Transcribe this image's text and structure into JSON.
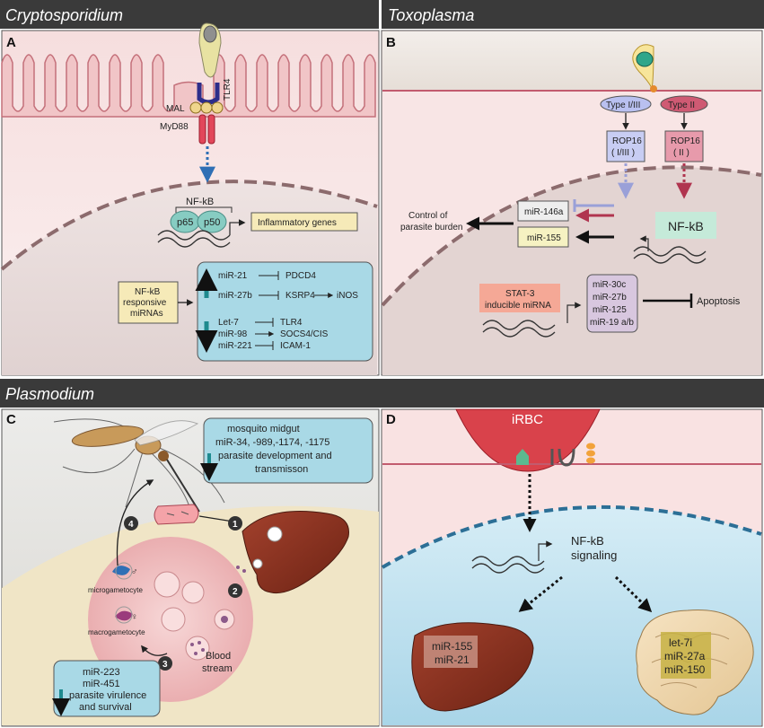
{
  "headers": {
    "cryptosporidium": "Cryptosporidium",
    "toxoplasma": "Toxoplasma",
    "plasmodium": "Plasmodium"
  },
  "panel_a": {
    "label": "A",
    "tlr4": "TLR4",
    "mal": "MAL",
    "myd88": "MyD88",
    "nfkb": "NF-kB",
    "p65": "p65",
    "p50": "p50",
    "inflammatory_genes": "Inflammatory genes",
    "responsive_mirnas": [
      "NF-kB",
      "responsive",
      "miRNAs"
    ],
    "up_targets": [
      {
        "mirna": "miR-21",
        "target": "PDCD4"
      },
      {
        "mirna": "miR-27b",
        "target": "KSRP4"
      }
    ],
    "inos": "iNOS",
    "down_targets": [
      {
        "mirna": "Let-7",
        "target": "TLR4"
      },
      {
        "mirna": "miR-98",
        "target": "SOCS4/CIS"
      },
      {
        "mirna": "miR-221",
        "target": "ICAM-1"
      }
    ]
  },
  "panel_b": {
    "label": "B",
    "type_1_3": "Type I/III",
    "type_2": "Type II",
    "rop16_1_3": [
      "ROP16",
      "( I/III )"
    ],
    "rop16_2": [
      "ROP16",
      "( II )"
    ],
    "mir146a": "miR-146a",
    "mir155": "miR-155",
    "nfkb": "NF-kB",
    "control": [
      "Control of",
      "parasite burden"
    ],
    "stat3": [
      "STAT-3",
      "inducible miRNA"
    ],
    "stat_mirnas": [
      "miR-30c",
      "miR-27b",
      "miR-125",
      "miR-19 a/b"
    ],
    "apoptosis": "Apoptosis"
  },
  "panel_c": {
    "label": "C",
    "midgut": [
      "mosquito midgut",
      "miR-34, -989,-1174, -1175",
      "parasite development and",
      "transmisson"
    ],
    "microgametocyte": "microgametocyte",
    "macrogametocyte": "macrogametocyte",
    "blood_stream": [
      "Blood",
      "stream"
    ],
    "virulence": [
      "miR-223",
      "miR-451",
      "parasite virulence",
      "and survival"
    ],
    "steps": [
      "1",
      "2",
      "3",
      "4"
    ],
    "male_symbol": "♂",
    "female_symbol": "♀"
  },
  "panel_d": {
    "label": "D",
    "irbc": "iRBC",
    "nfkb": [
      "NF-kB",
      "signaling"
    ],
    "liver_mirnas": [
      "miR-155",
      "miR-21"
    ],
    "brain_mirnas": [
      "let-7i",
      "miR-27a",
      "miR-150"
    ]
  },
  "colors": {
    "header_bg": "#3a3a3a",
    "mirna_box": "#a9d9e6",
    "yellow_box": "#f6eab8",
    "teal_arrow": "#1e8a8f",
    "red_arrow": "#b0344f",
    "nucleus": "#e3d4d2"
  }
}
